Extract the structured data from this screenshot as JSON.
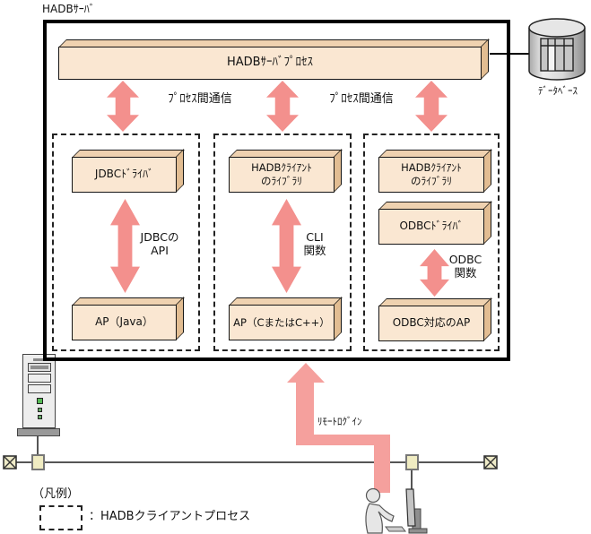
{
  "title": "HADBｻｰﾊﾞ",
  "server": {
    "process_label": "HADBｻｰﾊﾞﾌﾟﾛｾｽ",
    "ipc_left": "ﾌﾟﾛｾｽ間通信",
    "ipc_right": "ﾌﾟﾛｾｽ間通信"
  },
  "database": {
    "label": "ﾃﾞｰﾀﾍﾞｰｽ"
  },
  "clients": {
    "jdbc": {
      "driver": "JDBCﾄﾞﾗｲﾊﾞ",
      "api": "JDBCの\nAPI",
      "ap": "AP（Java）"
    },
    "cli": {
      "library": "HADBｸﾗｲｱﾝﾄ\nのﾗｲﾌﾞﾗﾘ",
      "api": "CLI\n関数",
      "ap": "AP（CまたはC++）"
    },
    "odbc": {
      "library": "HADBｸﾗｲｱﾝﾄ\nのﾗｲﾌﾞﾗﾘ",
      "driver": "ODBCﾄﾞﾗｲﾊﾞ",
      "api": "ODBC\n関数",
      "ap": "ODBC対応のAP"
    }
  },
  "remote_login_label": "ﾘﾓｰﾄﾛｸﾞｲﾝ",
  "legend": {
    "title": "（凡例）",
    "entry": "：HADBクライアントプロセス"
  },
  "colors": {
    "box_face": "#FAE7D2",
    "box_top": "#EFD2B0",
    "box_side": "#E2BD92",
    "arrow_pink": "#F3908D",
    "remote_arrow_pink": "#F5A09D",
    "connector_fill": "#F0ECC2",
    "boundary": "#000000"
  }
}
